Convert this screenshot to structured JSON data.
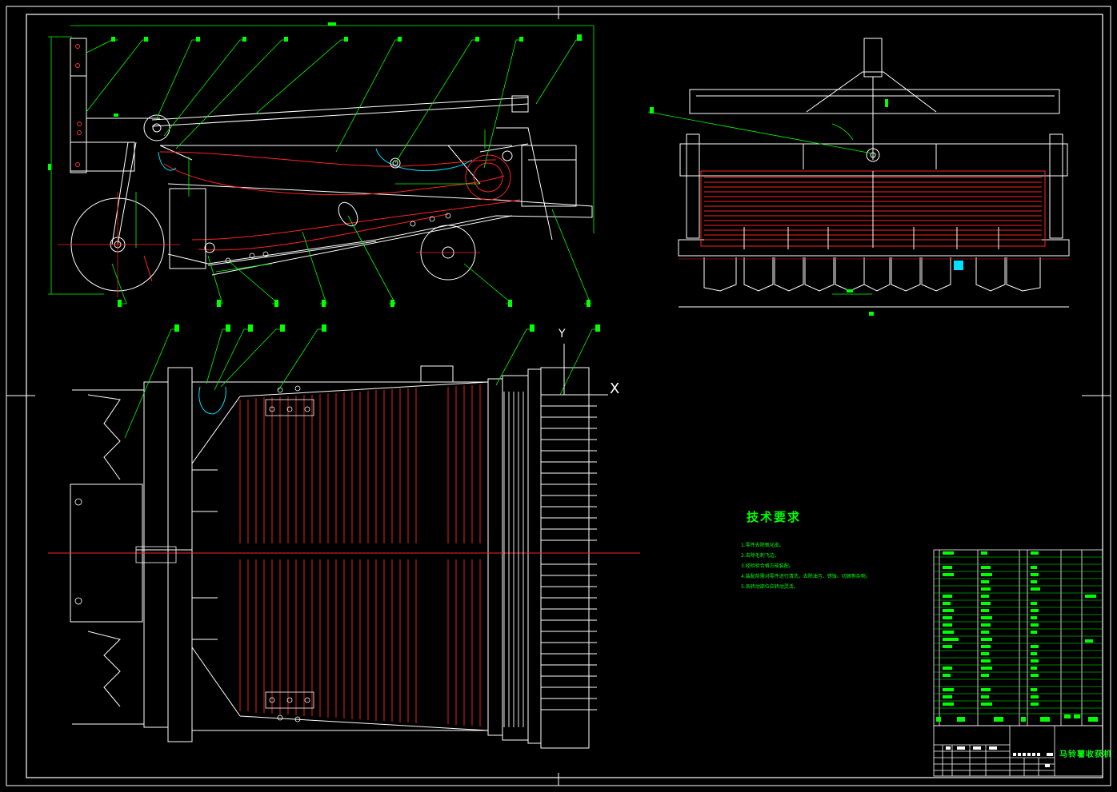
{
  "drawing": {
    "technical_requirements_title": "技术要求",
    "technical_requirements": [
      "1.零件去除氧化皮。",
      "2.去除毛刺飞边。",
      "3.经检验合格方能装配。",
      "4.装配前需对零件进行清洗，去除油污、锈蚀、切屑等杂物。",
      "5.各转动部位应转动灵活。"
    ],
    "title_block_name": "马铃薯收获机",
    "axis_labels": {
      "y": "Y",
      "x": "X"
    },
    "colors": {
      "background": "#000000",
      "geometry": "#ffffff",
      "leaders": "#00ff00",
      "highlight": "#ff0000",
      "accent": "#00ffff"
    }
  }
}
